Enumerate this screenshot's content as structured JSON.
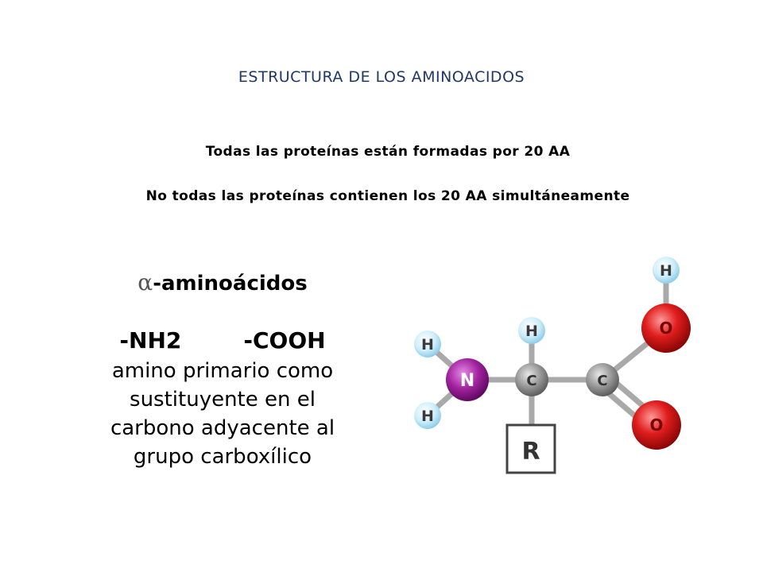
{
  "slide": {
    "title": "ESTRUCTURA DE LOS AMINOACIDOS",
    "line1": "Todas las proteínas están formadas por 20 AA",
    "line2": "No todas las proteínas contienen los 20 AA simultáneamente"
  },
  "explanation": {
    "alpha_symbol": "α",
    "alpha_text": "-aminoácidos",
    "groups": "-NH2        -COOH",
    "description": [
      "amino primario como",
      "sustituyente en el",
      "carbono adyacente al",
      "grupo carboxílico"
    ]
  },
  "molecule": {
    "atoms": {
      "h_top_right": "H",
      "o_hydroxyl": "O",
      "h_alpha": "H",
      "h_amino_top": "H",
      "n_amino": "N",
      "c_alpha": "C",
      "c_carboxyl": "C",
      "h_amino_bottom": "H",
      "o_carbonyl": "O",
      "r_group": "R"
    },
    "colors": {
      "hydrogen": "#bfe6f7",
      "nitrogen": "#9b1fa3",
      "carbon": "#9a9a9a",
      "oxygen": "#e02020",
      "bond": "#a9a9a9",
      "r_border": "#444444"
    }
  }
}
